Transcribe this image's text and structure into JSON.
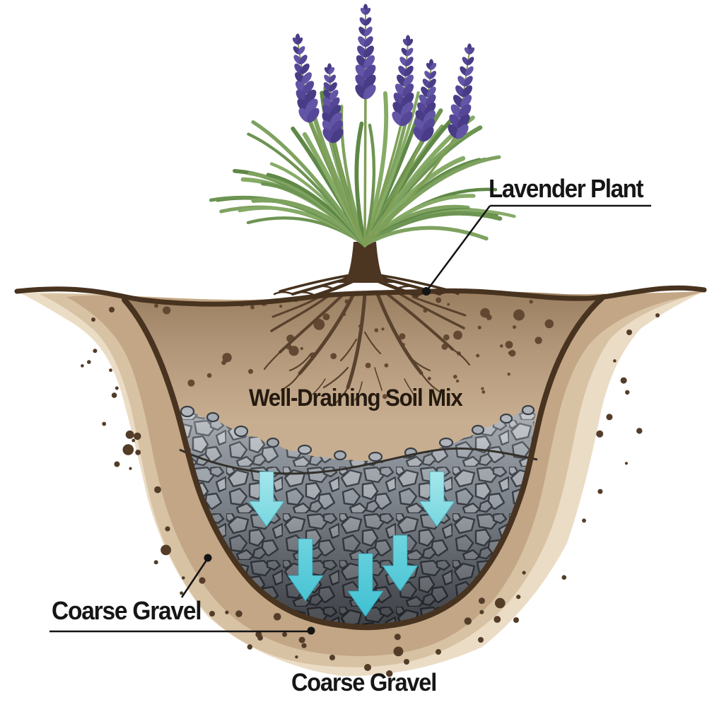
{
  "labels": {
    "plant": "Lavender Plant",
    "soil_mix": "Well-Draining Soil Mix",
    "gravel_side": "Coarse Gravel",
    "gravel_bottom": "Coarse Gravel"
  },
  "drainage_arrows": {
    "count": 5,
    "direction": "down",
    "color_top": "#a9e8ec",
    "color_bottom": "#3fc0d2"
  },
  "colors": {
    "sky": "#ffffff",
    "soil_top": "#9b7f61",
    "soil_mix": "#c8ae90",
    "hole_outline": "#47331f",
    "gravel_light": "#aeb3b9",
    "gravel_dark": "#4a4f57",
    "halo_outer": "#ebdcc5",
    "halo_mid": "#d8c2a4",
    "halo_inner": "#c2a685",
    "leaf_green": "#6d9452",
    "flower_purple": "#564697",
    "label_text": "#161616"
  }
}
